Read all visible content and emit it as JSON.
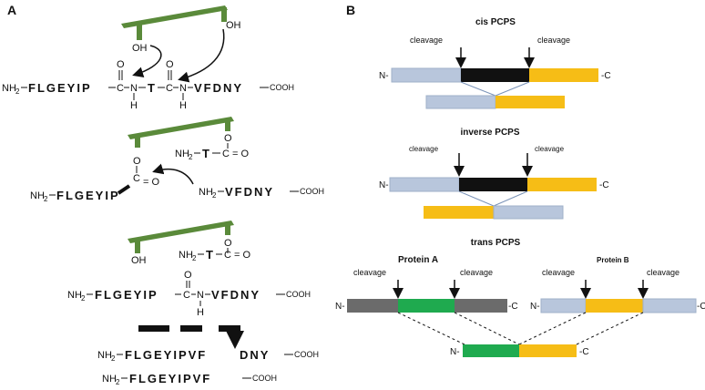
{
  "panel_a": {
    "label": "A",
    "s1": {
      "oh_left": "OH",
      "oh_right": "OH",
      "nh2": "NH",
      "seq1": "FLGEYIP",
      "c1": "C",
      "o1": "O",
      "n1": "N",
      "h1": "H",
      "t": "T",
      "c2": "C",
      "o2": "O",
      "n2": "N",
      "h2": "H",
      "seq2": "VFDNY",
      "cooh": "COOH"
    },
    "s2": {
      "o_top": "O",
      "nh2_t": "NH",
      "t": "T",
      "c": "C",
      "eq_o": "= O",
      "o_left": "O",
      "nh2": "NH",
      "seq": "FLGEYIP",
      "c_left": "C",
      "eq_o_left": "= O",
      "nh2_b": "NH",
      "seq_b": "VFDNY",
      "cooh": "COOH"
    },
    "s3": {
      "oh": "OH",
      "o_top": "O",
      "nh2_t": "NH",
      "t": "T",
      "c": "C",
      "eq_o": "= O",
      "o4": "O",
      "nh2": "NH",
      "seq": "FLGEYIP",
      "n": "N",
      "h": "H",
      "seq2": "VFDNY",
      "cooh": "COOH",
      "product1": "FLGEYIPVF",
      "product1b": "DNY",
      "product2": "FLGEYIPVF"
    }
  },
  "panel_b": {
    "label": "B",
    "cis": {
      "title": "cis PCPS",
      "cleave_left": "cleavage",
      "cleave_right": "cleavage",
      "n": "N-",
      "c": "-C"
    },
    "inverse": {
      "title": "inverse PCPS",
      "cleave_left": "cleavage",
      "cleave_right": "cleavage",
      "n": "N-",
      "c": "-C"
    },
    "trans": {
      "title": "trans PCPS",
      "protein_a": "Protein A",
      "protein_b": "Protein B",
      "a_cleave_left": "cleavage",
      "a_cleave_right": "cleavage",
      "b_cleave_left": "cleavage",
      "b_cleave_right": "cleavage",
      "n": "N-",
      "c": "-C",
      "product_n": "N-",
      "product_c": "-C"
    }
  },
  "colors": {
    "green_bar": "#5a8a3a",
    "gray_blue": "#b8c6dc",
    "black": "#111111",
    "yellow": "#f6bd16",
    "dark_gray": "#6b6b6b",
    "green": "#1faa4f"
  },
  "icons": [
    "arrow-icon",
    "curved-arrow-icon"
  ]
}
